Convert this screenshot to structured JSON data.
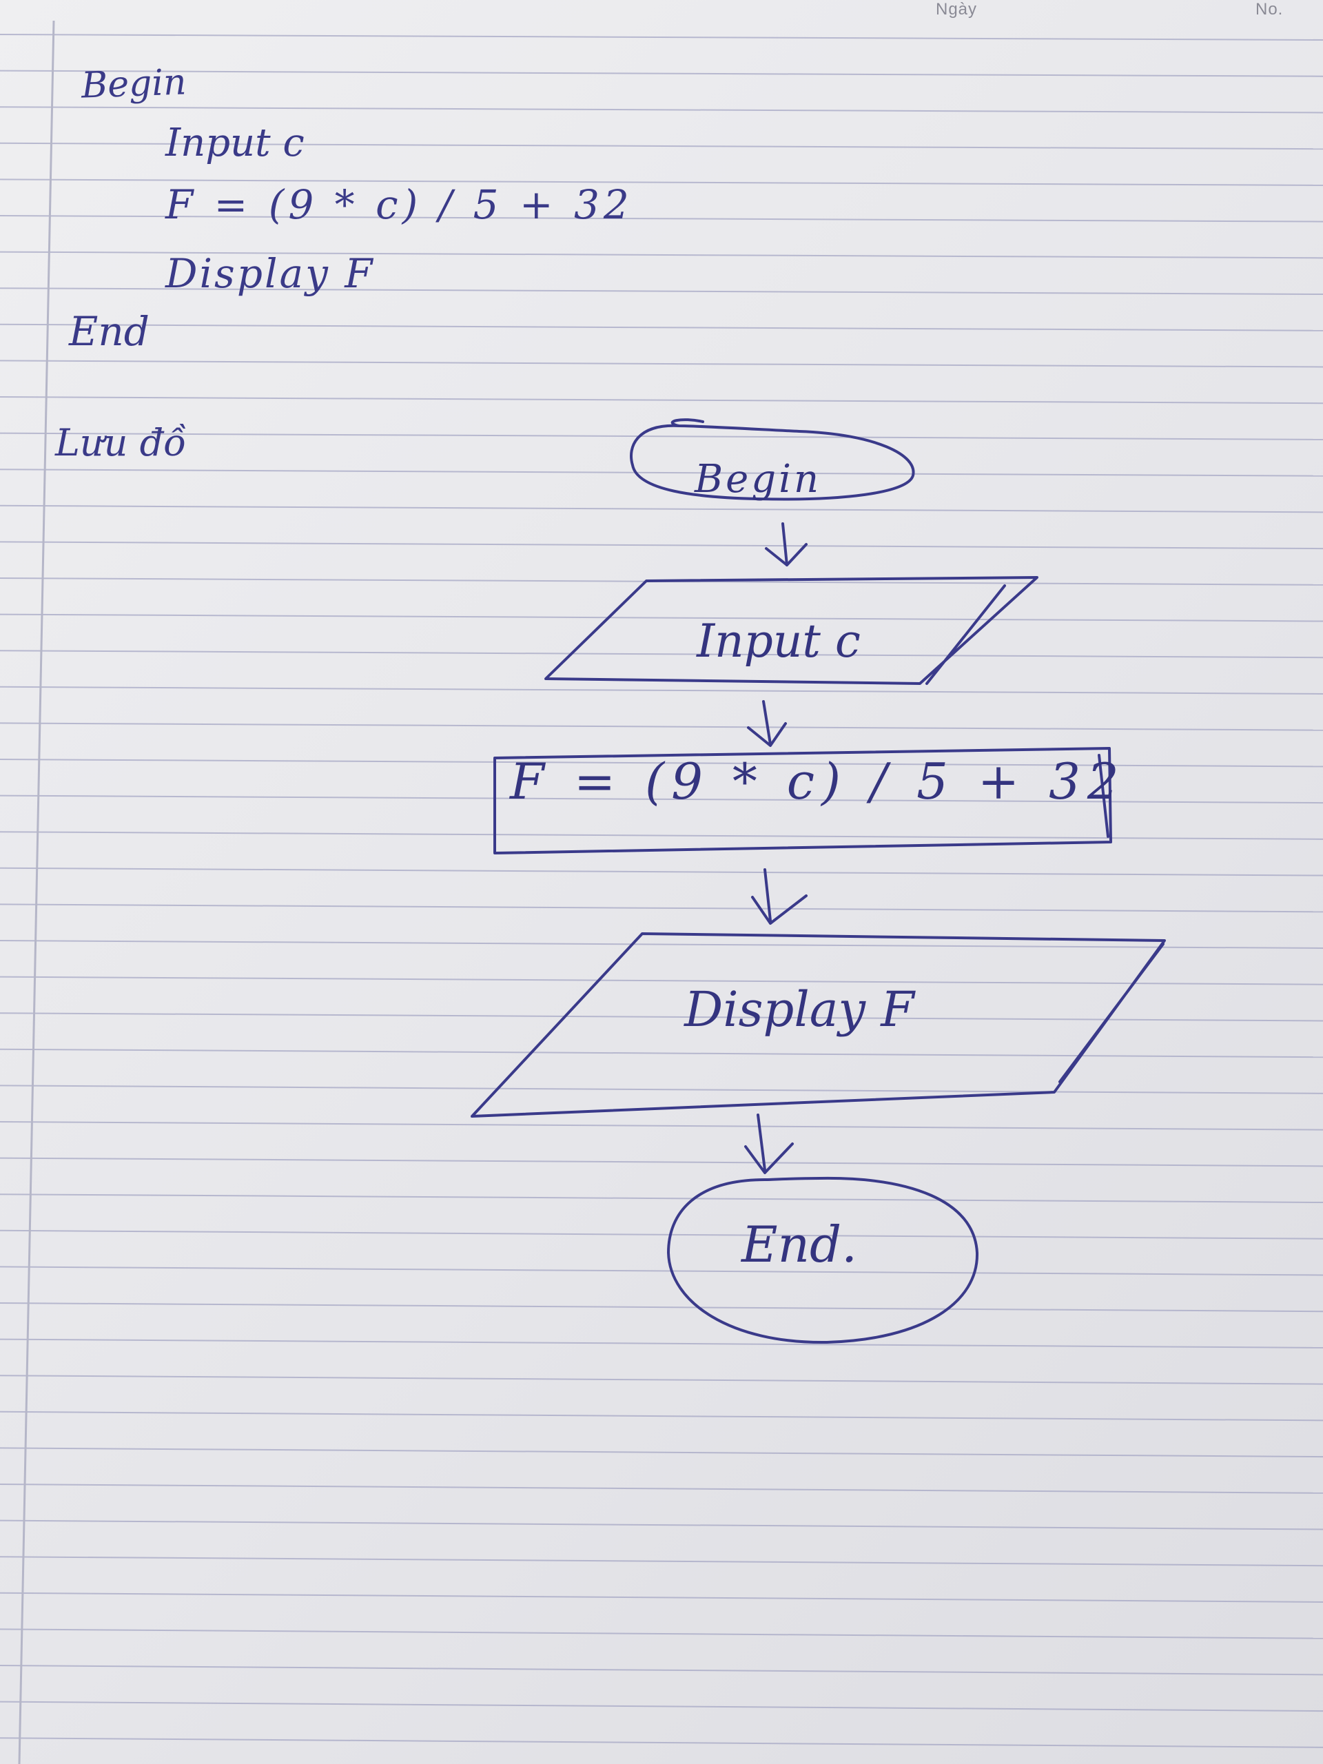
{
  "header": {
    "date_label": "Ngày",
    "number_label": "No."
  },
  "pseudocode": {
    "begin": "Begin",
    "input": "Input c",
    "formula": "F = (9 * c) / 5 + 32",
    "display": "Display F",
    "end": "End"
  },
  "flowchart_caption": "Lưu đồ",
  "flowchart": {
    "begin": "Begin",
    "input": "Input c",
    "process": "F = (9 * c) / 5 + 32",
    "output": "Display F",
    "end": "End."
  },
  "colors": {
    "ink": "#3a3a88",
    "ruling": "#a6a7c4",
    "margin_line": "#b5b6c8",
    "paper": "#ececef"
  }
}
